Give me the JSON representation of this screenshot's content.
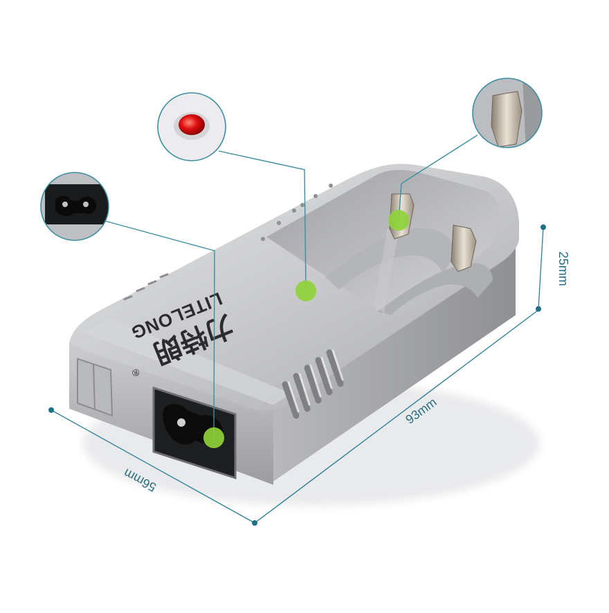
{
  "brand": {
    "latin": "LITELONG",
    "chinese": "力特朗",
    "registered_mark": "®"
  },
  "dimensions": {
    "length": "93mm",
    "width": "56mm",
    "height": "25mm"
  },
  "callouts": [
    {
      "name": "indicator-led",
      "depicts": "red-led-icon"
    },
    {
      "name": "battery-contact",
      "depicts": "metal-contact-icon"
    },
    {
      "name": "power-socket",
      "depicts": "figure-8-socket-icon"
    }
  ],
  "colors": {
    "body": "#bfc0c2",
    "callout_line": "#3d8ea0",
    "marker": "#8fd13a",
    "led": "#e01010",
    "dimension_line": "#2a7f96"
  }
}
